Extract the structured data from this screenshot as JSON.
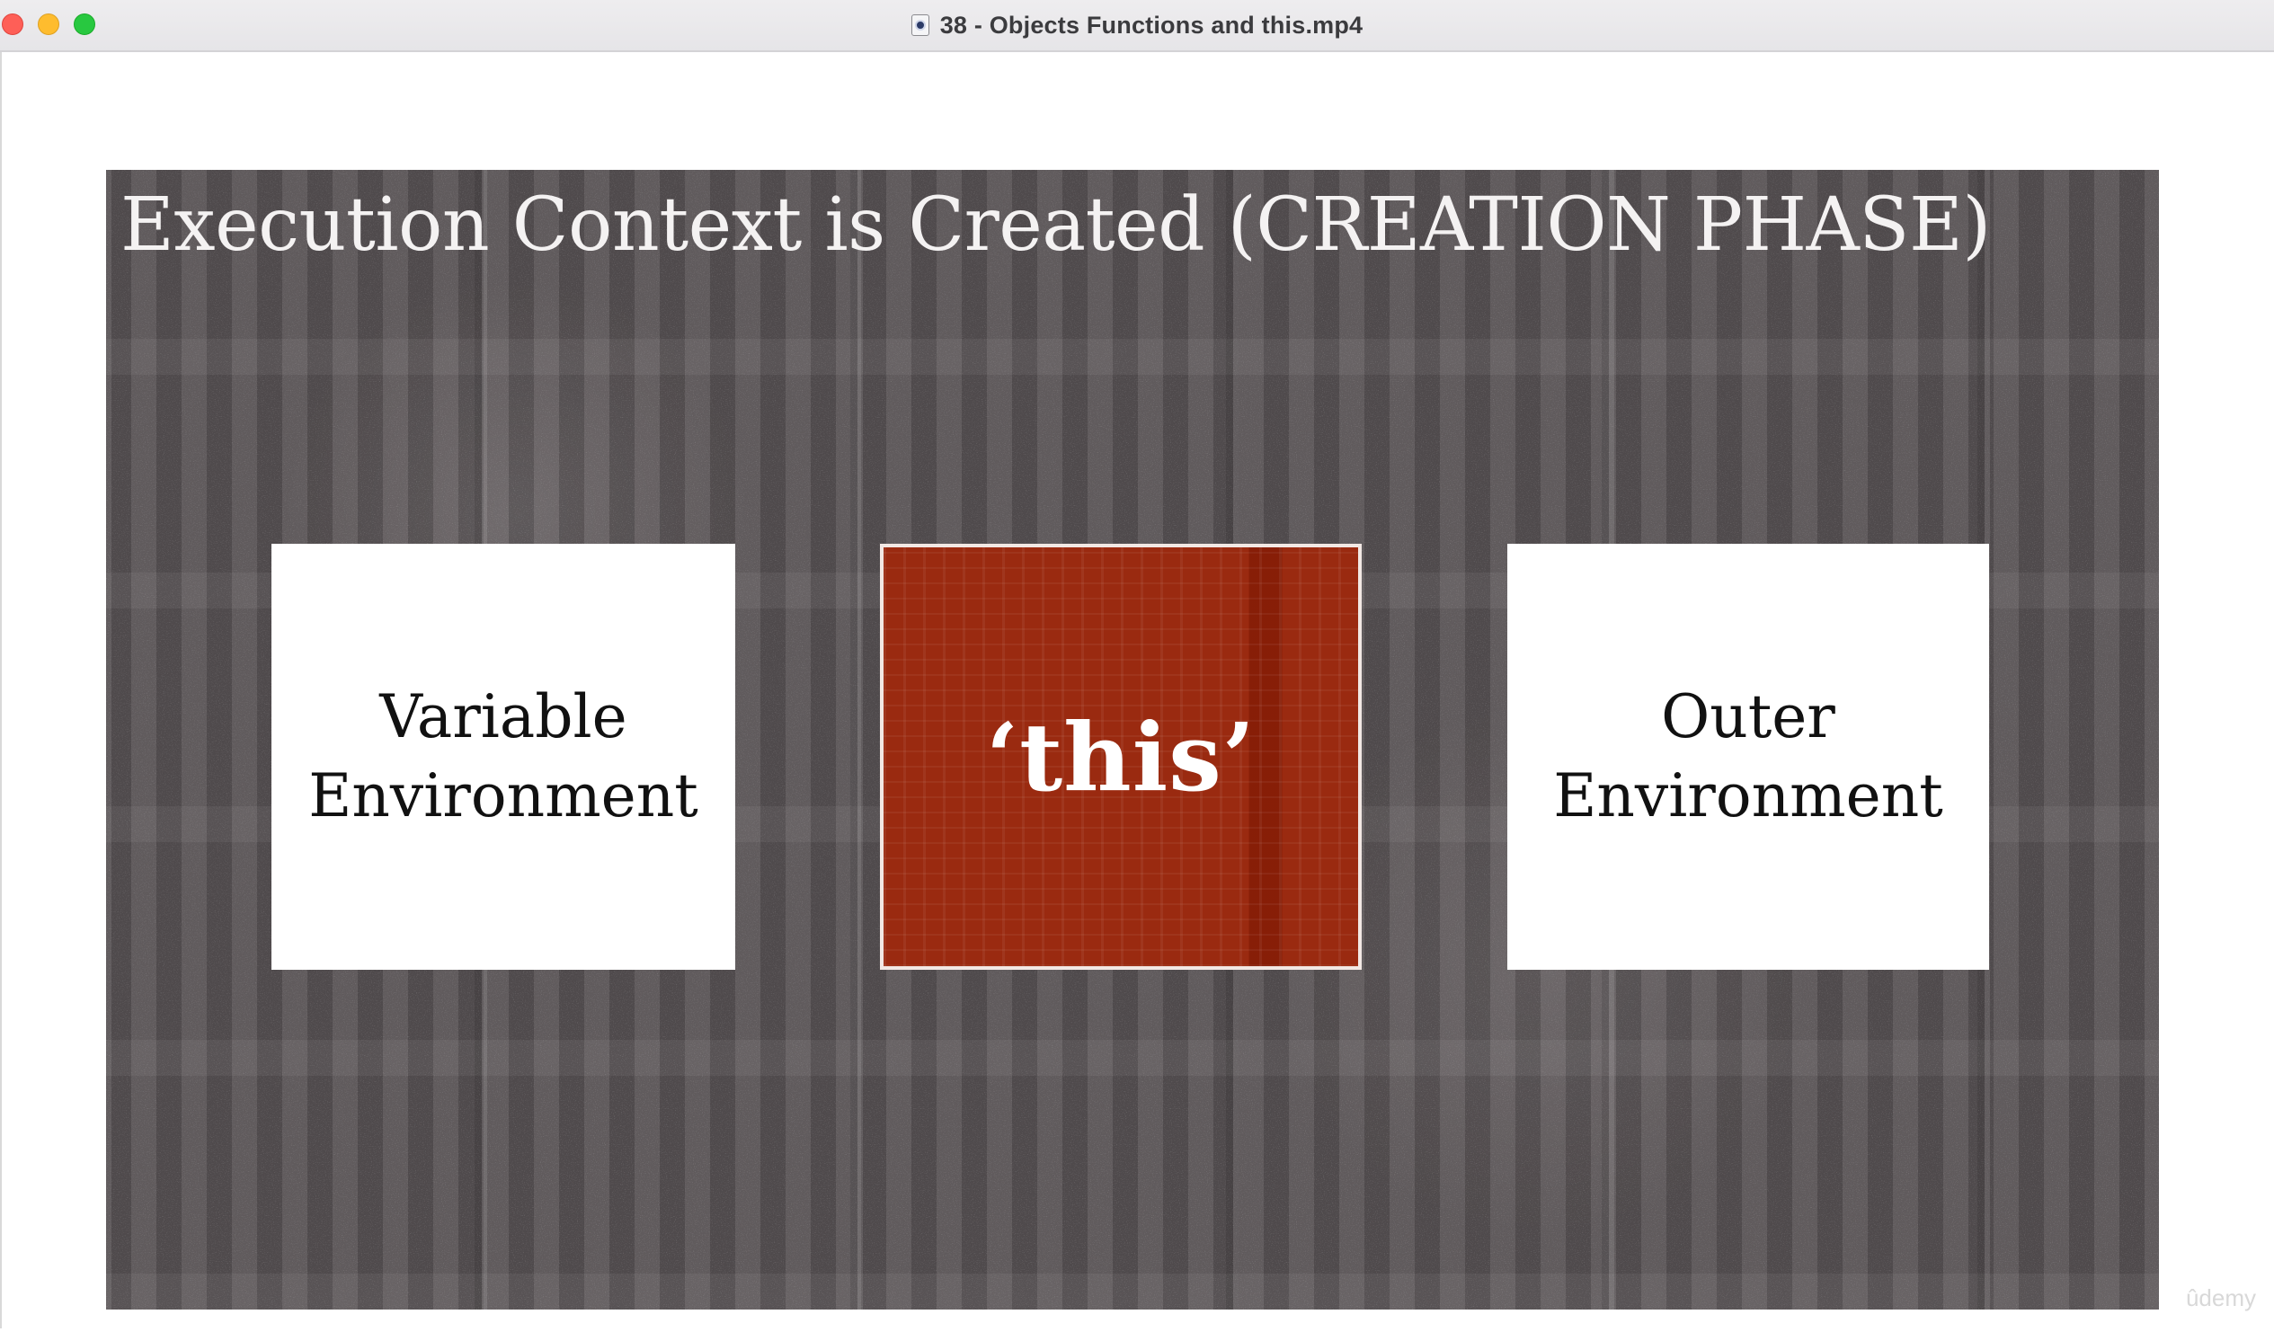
{
  "window": {
    "title": "38 - Objects Functions and this.mp4",
    "file_icon": "video-file-icon",
    "controls": {
      "close_color": "#fe5f57",
      "minimize_color": "#febc2e",
      "zoom_color": "#28c840"
    }
  },
  "slide": {
    "title": "Execution Context is Created (CREATION PHASE)",
    "background_color": "#5a5456",
    "boxes": {
      "left": {
        "line1": "Variable",
        "line2": "Environment",
        "color": "#ffffff"
      },
      "center": {
        "label": "‘this’",
        "color": "#9a2a10"
      },
      "right": {
        "line1": "Outer",
        "line2": "Environment",
        "color": "#ffffff"
      }
    }
  },
  "watermark": "ûdemy"
}
